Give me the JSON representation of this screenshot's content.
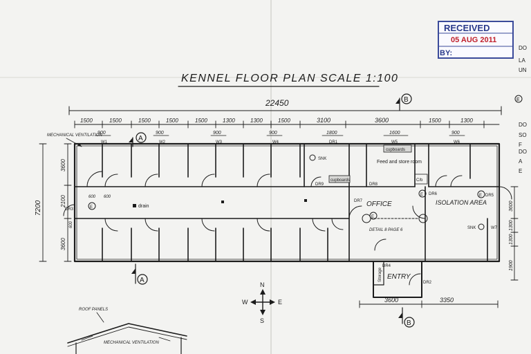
{
  "title": "KENNEL FLOOR PLAN SCALE 1:100",
  "stamp": {
    "received": "RECEIVED",
    "date": "05 AUG 2011",
    "by": "BY:"
  },
  "section_markers": {
    "a": "A",
    "b": "B"
  },
  "dimensions": {
    "overall": "22450",
    "top": [
      "1500",
      "1500",
      "1500",
      "1500",
      "1500",
      "1300",
      "1300",
      "1500",
      "3100",
      "3600",
      "1500",
      "1300"
    ],
    "openings_top": [
      "900",
      "900",
      "900",
      "900",
      "1800",
      "1600",
      "900"
    ],
    "left": [
      "3600",
      "2100",
      "3600"
    ],
    "left_total": "7200",
    "right": [
      "3600",
      "1300",
      "1300",
      "1900"
    ],
    "bottom": [
      "3600",
      "3350"
    ],
    "small": [
      "600",
      "600",
      "600"
    ]
  },
  "labels": {
    "mechanical_ventilation": "MECHANICAL VENTILATION",
    "drain": "drain",
    "sink": "SNK",
    "cupboards": "cupboards",
    "feed_store": "Feed and store room",
    "office": "OFFICE",
    "isolation_area": "ISOLATION AREA",
    "entry": "ENTRY",
    "storage": "Storage",
    "detail": "DETAIL 8 PAGE 6",
    "cb": "C/b",
    "roof_panels": "ROOF PANELS",
    "mech_vent_bottom": "MECHANICAL VENTILATION"
  },
  "tags": {
    "windows": [
      "W1",
      "W2",
      "W3",
      "W4",
      "W5",
      "W6",
      "W7"
    ],
    "doors": [
      "DR1",
      "DR2",
      "DR3",
      "DR4",
      "DR5",
      "DR6",
      "DR7",
      "DR8",
      "DR9"
    ],
    "e": "E"
  },
  "compass": {
    "n": "N",
    "s": "S",
    "e": "E",
    "w": "W"
  },
  "margin_notes": [
    "DO",
    "LA",
    "UN",
    "E",
    "DO",
    "SO",
    "F",
    "DO",
    "A",
    "E"
  ]
}
